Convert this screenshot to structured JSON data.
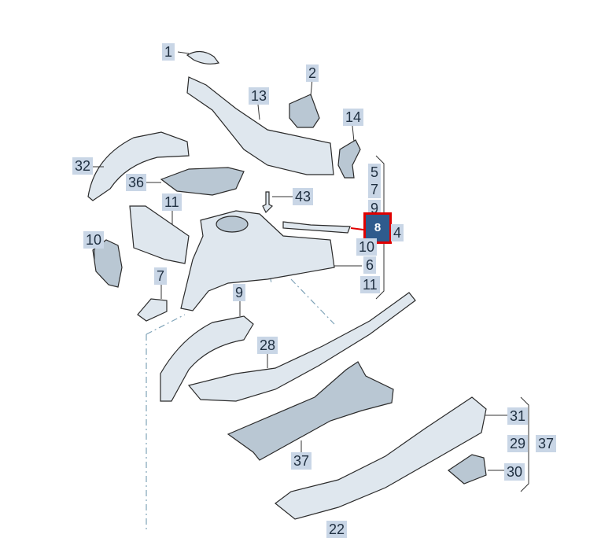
{
  "diagram": {
    "selected_callout": "8",
    "callouts": [
      {
        "id": "c1",
        "label": "1"
      },
      {
        "id": "c2",
        "label": "2"
      },
      {
        "id": "c13",
        "label": "13"
      },
      {
        "id": "c14",
        "label": "14"
      },
      {
        "id": "c32",
        "label": "32"
      },
      {
        "id": "c36",
        "label": "36"
      },
      {
        "id": "c5",
        "label": "5"
      },
      {
        "id": "c7a",
        "label": "7"
      },
      {
        "id": "c43",
        "label": "43"
      },
      {
        "id": "c11a",
        "label": "11"
      },
      {
        "id": "c9a",
        "label": "9"
      },
      {
        "id": "c8",
        "label": "8"
      },
      {
        "id": "c4",
        "label": "4"
      },
      {
        "id": "c10a",
        "label": "10"
      },
      {
        "id": "c10b",
        "label": "10"
      },
      {
        "id": "c6",
        "label": "6"
      },
      {
        "id": "c7b",
        "label": "7"
      },
      {
        "id": "c11b",
        "label": "11"
      },
      {
        "id": "c9b",
        "label": "9"
      },
      {
        "id": "c28",
        "label": "28"
      },
      {
        "id": "c31",
        "label": "31"
      },
      {
        "id": "c37a",
        "label": "37"
      },
      {
        "id": "c29",
        "label": "29"
      },
      {
        "id": "c37b",
        "label": "37"
      },
      {
        "id": "c30",
        "label": "30"
      },
      {
        "id": "c22",
        "label": "22"
      }
    ]
  }
}
